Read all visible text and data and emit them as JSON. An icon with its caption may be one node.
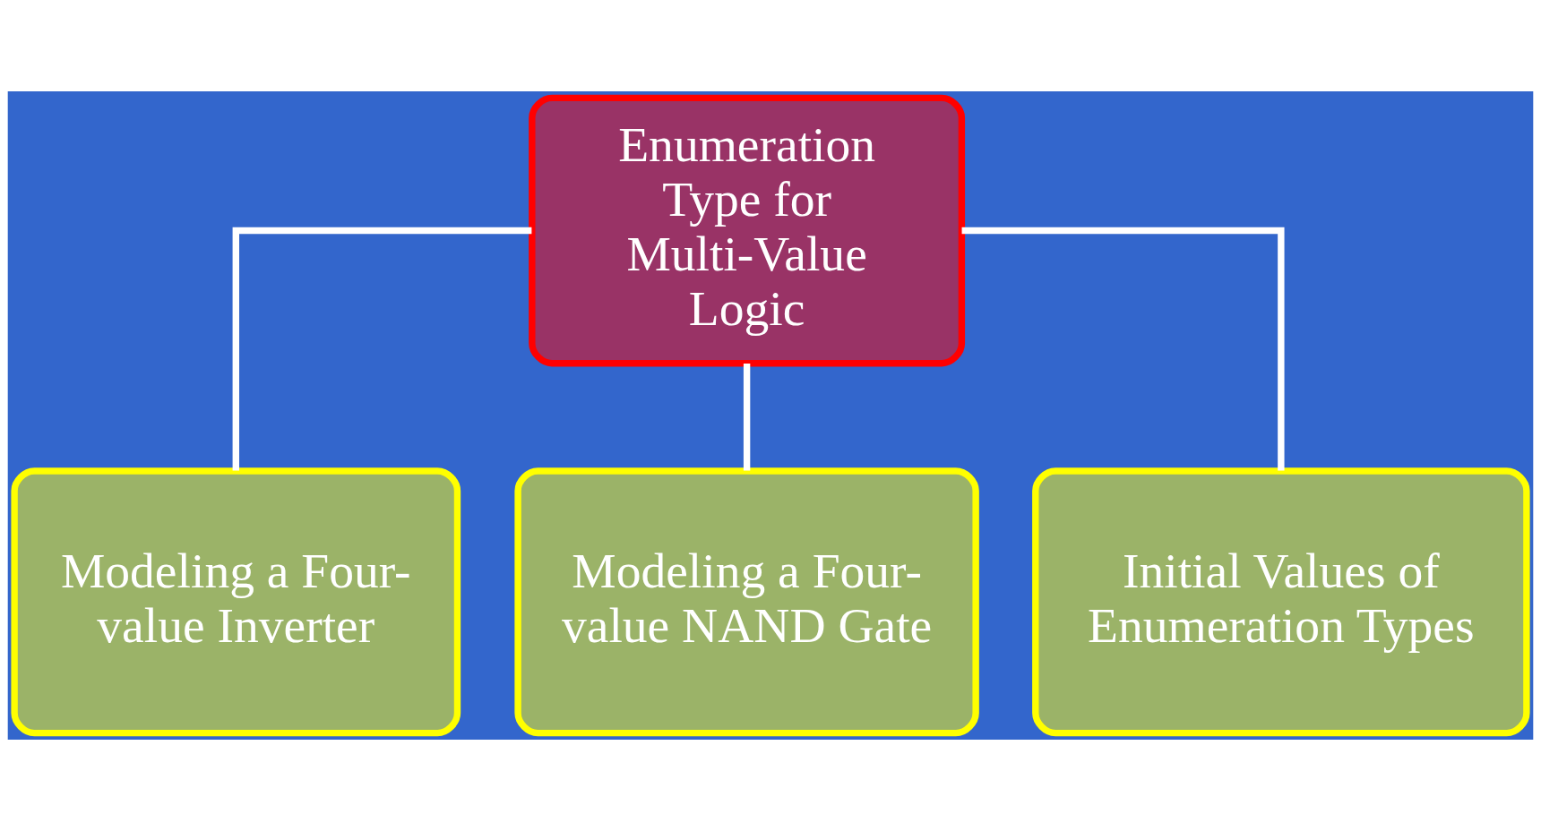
{
  "diagram": {
    "nodes": [
      {
        "text": [
          "Enumeration Type for Multi-Value Logic"
        ]
      },
      {
        "text": [
          "Modeling a Four-value Inverter"
        ]
      },
      {
        "text": [
          "Modeling a Four-value NAND Gate"
        ]
      },
      {
        "text": [
          "Initial Values of Enumeration Types"
        ]
      }
    ],
    "edges": [
      {
        "from": 0,
        "to": 1,
        "arrow": "none"
      },
      {
        "from": 0,
        "to": 2,
        "arrow": "none"
      },
      {
        "from": 0,
        "to": 3,
        "arrow": "none"
      }
    ]
  }
}
